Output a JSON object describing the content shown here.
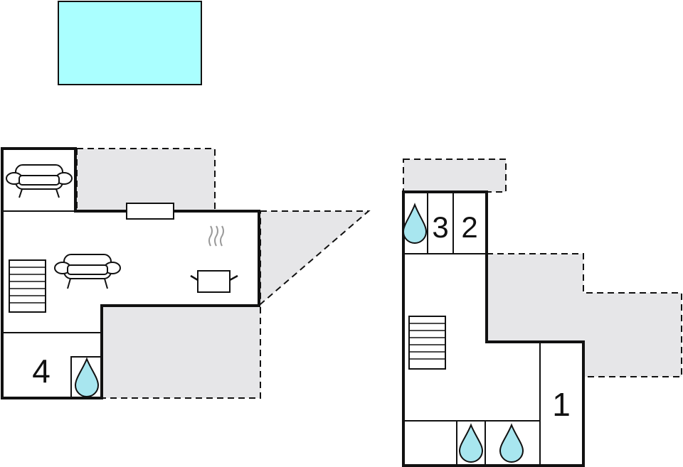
{
  "floorplan": {
    "room_numbers": {
      "room_1": "1",
      "room_2": "2",
      "room_3": "3",
      "room_4": "4"
    },
    "icons": [
      "pool-icon",
      "sofa-icon",
      "stairs-icon",
      "kitchen-pot-icon",
      "water-drop-icon",
      "window-icon"
    ],
    "colors": {
      "wall": "#111111",
      "terrace_fill": "#e6e6e8",
      "pool_fill": "#aaffff",
      "water_fill": "#a8e6ef"
    }
  }
}
